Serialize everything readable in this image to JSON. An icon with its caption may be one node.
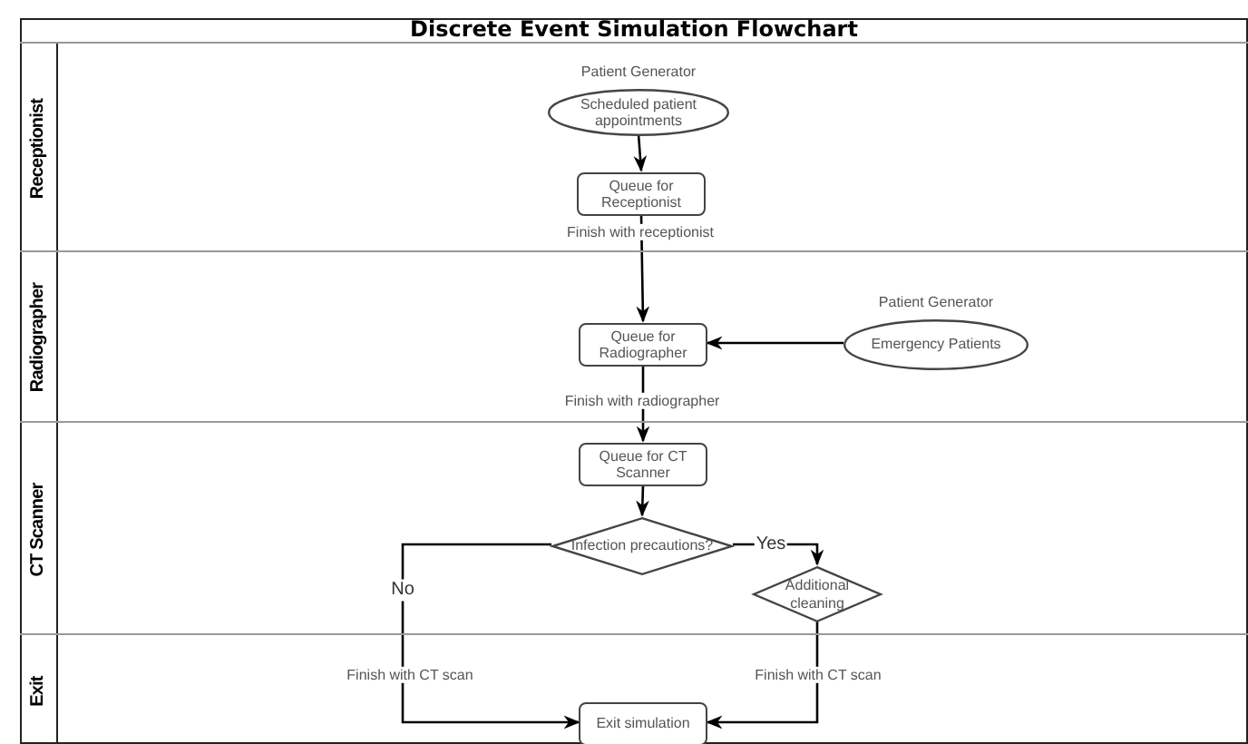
{
  "diagram": {
    "title": "Discrete Event Simulation Flowchart",
    "nodes": [
      {
        "text": [
          "Receptionist"
        ]
      },
      {
        "text": [
          "Scheduled patient appointments"
        ],
        "in": 0,
        "beside": [
          "Patient Generator"
        ]
      },
      {
        "text": [
          "Queue for Receptionist"
        ],
        "in": 0
      },
      {
        "text": [
          "Radiographer"
        ]
      },
      {
        "text": [
          "Queue for Radiographer"
        ],
        "in": 3
      },
      {
        "text": [
          "Emergency Patients"
        ],
        "in": 3,
        "beside": [
          "Patient Generator"
        ]
      },
      {
        "text": [
          "CT Scanner"
        ]
      },
      {
        "text": [
          "Queue for CT Scanner"
        ],
        "in": 6
      },
      {
        "text": [
          "Infection precautions?"
        ],
        "in": 6
      },
      {
        "text": [
          "Additional cleaning"
        ],
        "in": 6
      },
      {
        "text": [
          "Exit"
        ]
      },
      {
        "text": [
          "Exit simulation"
        ],
        "in": 10
      }
    ],
    "edges": [
      {
        "from": 1,
        "to": 2,
        "arrow": "to"
      },
      {
        "from": 2,
        "to": 4,
        "arrow": "to",
        "label": "Finish with receptionist"
      },
      {
        "from": 5,
        "to": 4,
        "arrow": "to"
      },
      {
        "from": 4,
        "to": 7,
        "arrow": "to",
        "label": "Finish with radiographer"
      },
      {
        "from": 7,
        "to": 8,
        "arrow": "to"
      },
      {
        "from": 8,
        "to": 9,
        "arrow": "to",
        "label": "Yes"
      },
      {
        "from": 8,
        "to": 11,
        "arrow": "to",
        "label": "No"
      },
      {
        "from": 9,
        "to": 11,
        "arrow": "to"
      }
    ],
    "labels": [
      "Finish with CT scan",
      "Finish with CT scan"
    ]
  }
}
